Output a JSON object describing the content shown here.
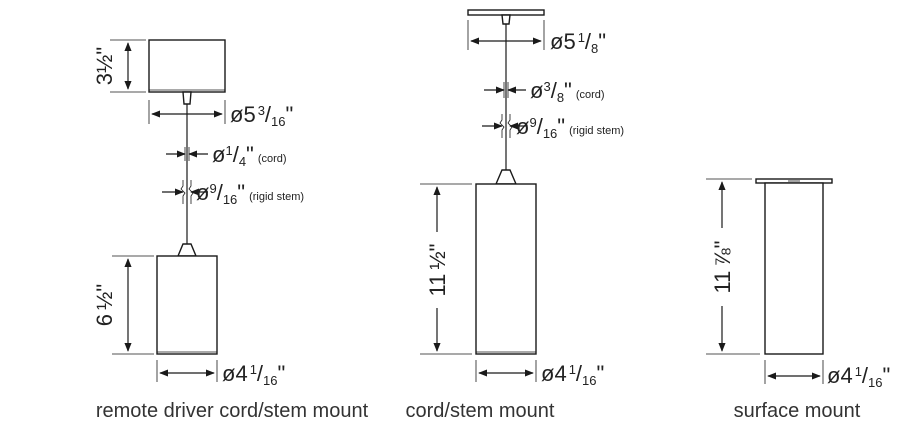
{
  "captions": {
    "remote": "remote driver cord/stem mount",
    "cord": "cord/stem mount",
    "surface": "surface mount"
  },
  "remote": {
    "canopy_h": {
      "whole": "3",
      "frac": "½",
      "unit": "\""
    },
    "canopy_d": {
      "whole": "ø5",
      "num": "3",
      "den": "16",
      "unit": "\""
    },
    "cord_d": {
      "whole": "ø",
      "num": "1",
      "den": "4",
      "unit": "\"",
      "note": "(cord)"
    },
    "stem_d": {
      "whole": "ø",
      "num": "9",
      "den": "16",
      "unit": "\"",
      "note": "(rigid stem)"
    },
    "body_h": {
      "whole": "6",
      "frac": "½",
      "unit": "\""
    },
    "body_d": {
      "whole": "ø4",
      "num": "1",
      "den": "16",
      "unit": "\""
    }
  },
  "cordstem": {
    "canopy_d": {
      "whole": "ø5",
      "num": "1",
      "den": "8",
      "unit": "\""
    },
    "cord_d": {
      "whole": "ø",
      "num": "3",
      "den": "8",
      "unit": "\"",
      "note": "(cord)"
    },
    "stem_d": {
      "whole": "ø",
      "num": "9",
      "den": "16",
      "unit": "\"",
      "note": "(rigid stem)"
    },
    "body_h": {
      "whole": "11",
      "frac": "½",
      "unit": "\""
    },
    "body_d": {
      "whole": "ø4",
      "num": "1",
      "den": "16",
      "unit": "\""
    }
  },
  "surface": {
    "body_h": {
      "whole": "11",
      "frac": "⅞",
      "unit": "\""
    },
    "body_d": {
      "whole": "ø4",
      "num": "1",
      "den": "16",
      "unit": "\""
    }
  }
}
